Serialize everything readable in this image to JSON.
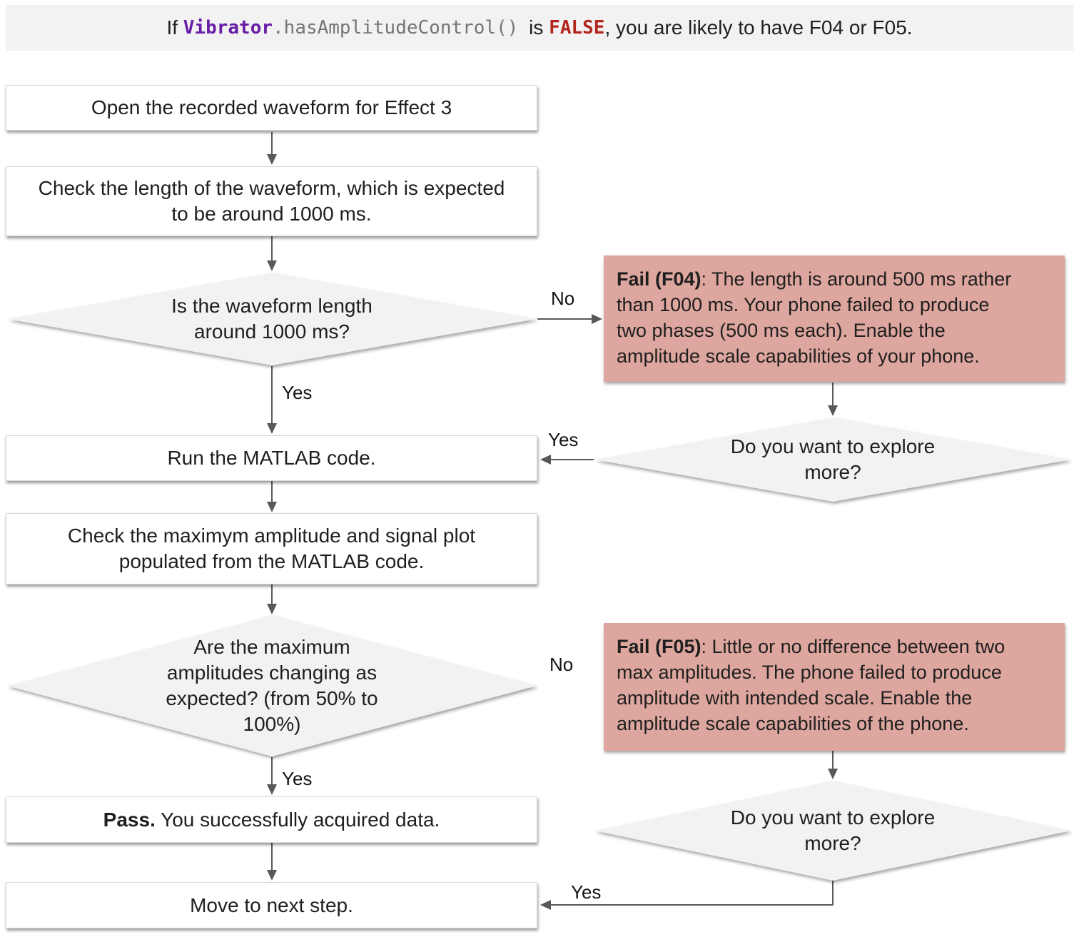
{
  "banner": {
    "prefix": "If ",
    "code_object": "Vibrator",
    "code_method": ".hasAmplitudeControl()",
    "connector": " is ",
    "false_keyword": "FALSE",
    "suffix": ", you are likely to have F04 or F05."
  },
  "nodes": {
    "step_open": "Open the recorded waveform for Effect 3",
    "step_check_length": [
      "Check the length of the waveform, which is expected",
      "to be around 1000 ms."
    ],
    "decision_length": [
      "Is the waveform length",
      "around 1000 ms?"
    ],
    "fail_f04": {
      "title": "Fail (F04)",
      "lines": [
        ": The length is around 500 ms rather",
        "than 1000 ms. Your phone failed to produce",
        "two phases (500 ms each). Enable the",
        "amplitude scale capabilities of your phone."
      ]
    },
    "explore_1": [
      "Do you want to explore",
      "more?"
    ],
    "step_run_matlab": "Run the MATLAB code.",
    "step_check_amplitude": [
      "Check the maximym amplitude and signal plot",
      "populated from the MATLAB code."
    ],
    "decision_amplitude": [
      "Are the maximum",
      "amplitudes changing as",
      "expected? (from 50% to",
      "100%)"
    ],
    "fail_f05": {
      "title": "Fail (F05)",
      "lines": [
        ": Little or no difference between two",
        "max amplitudes. The phone failed to produce",
        "amplitude with intended scale. Enable the",
        "amplitude scale capabilities of the phone."
      ]
    },
    "explore_2": [
      "Do you want to explore",
      "more?"
    ],
    "pass_title": "Pass.",
    "pass_body": " You successfully acquired data.",
    "step_move_next": "Move to next step."
  },
  "edge_labels": {
    "yes": "Yes",
    "no": "No"
  },
  "colors": {
    "banner_bg": "#f2f2f2",
    "diamond_bg": "#f2f2f2",
    "fail_box_bg": "#dda69e",
    "code_purple": "#681da8",
    "code_gray": "#757575",
    "false_red": "#b3261e",
    "arrow_gray": "#595959"
  }
}
